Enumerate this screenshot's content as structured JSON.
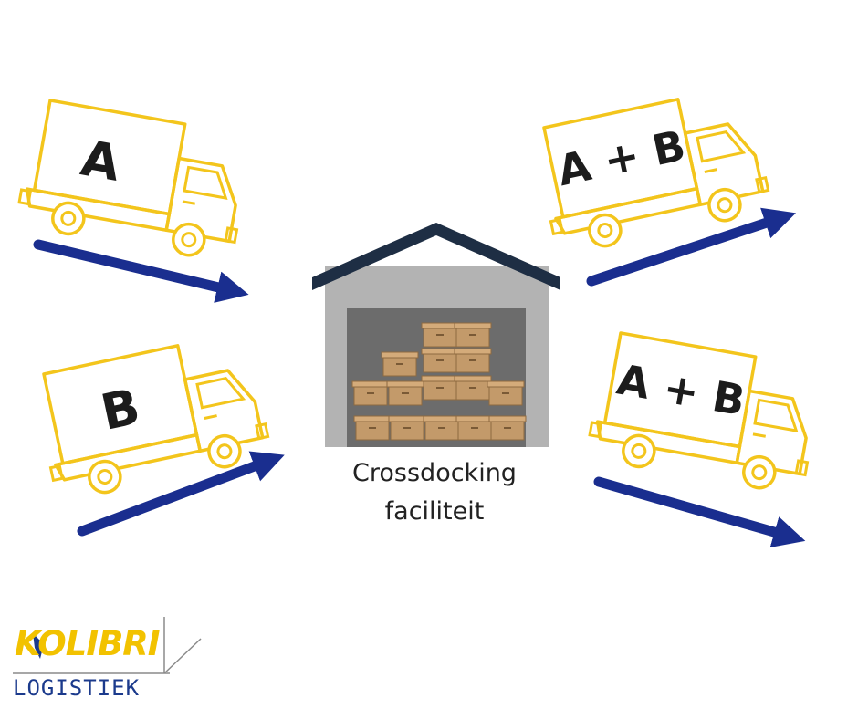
{
  "diagram": {
    "trucks": [
      {
        "id": "in-a",
        "label": "A"
      },
      {
        "id": "in-b",
        "label": "B"
      },
      {
        "id": "out-1",
        "label": "A + B"
      },
      {
        "id": "out-2",
        "label": "A + B"
      }
    ],
    "facility_label_line1": "Crossdocking",
    "facility_label_line2": "faciliteit",
    "colors": {
      "truck_outline": "#f3c51c",
      "arrow": "#1a2e8f",
      "roof": "#1e2e44",
      "building": "#b3b3b3",
      "door": "#6c6c6c",
      "box": "#c39a6a"
    }
  },
  "logo": {
    "brand": "KOLIBRI",
    "subtitle": "LOGISTIEK"
  }
}
